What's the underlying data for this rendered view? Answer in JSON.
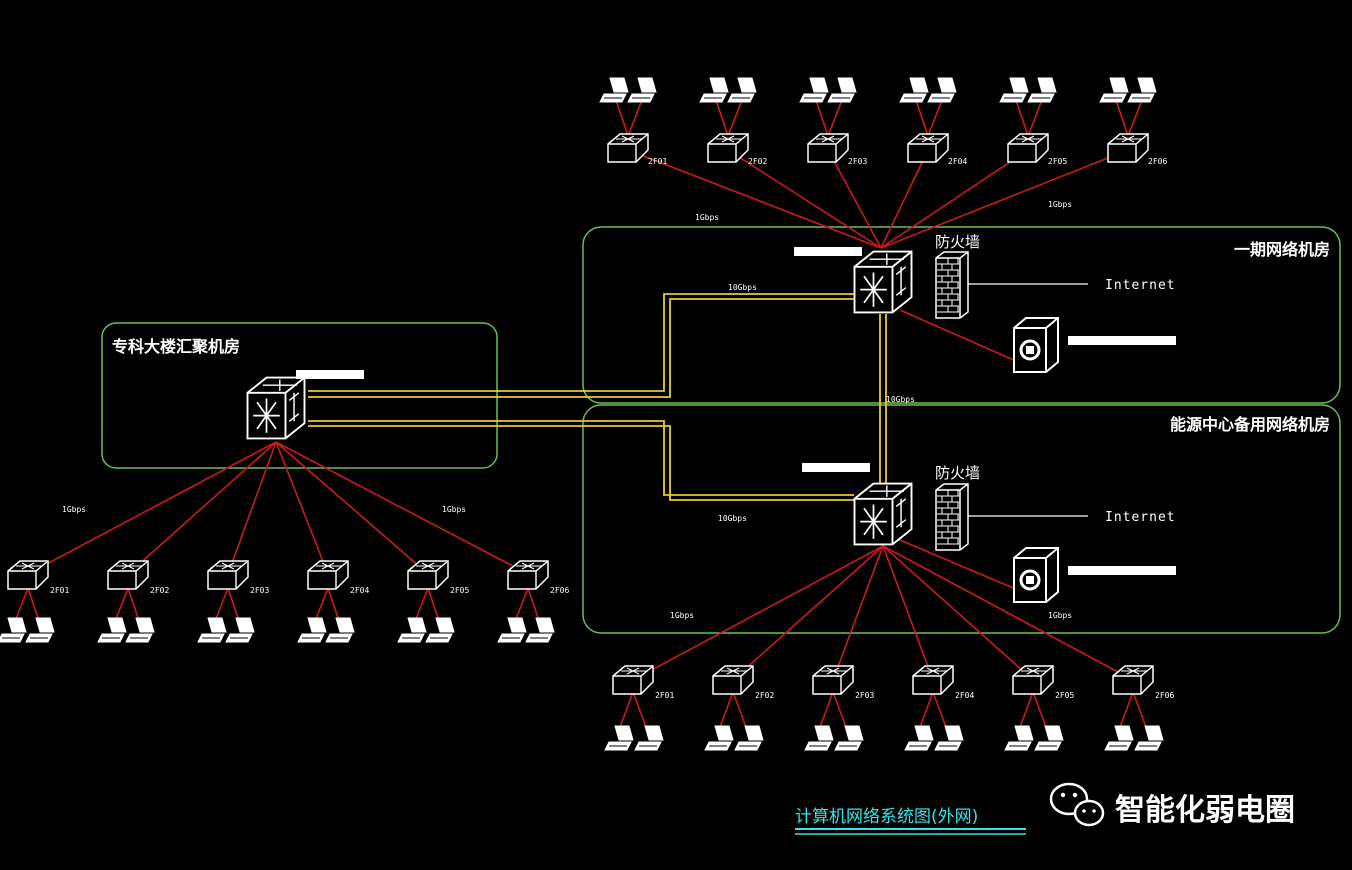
{
  "colors": {
    "background": "#000000",
    "room_border": "#6cbf4a",
    "red_link": "#cc1a1a",
    "fiber_link": "#e6cc2e",
    "title": "#2ee6e6",
    "device": "#ffffff"
  },
  "rooms": {
    "room_a": "专科大楼汇聚机房",
    "room_b": "一期网络机房",
    "room_c": "能源中心备用网络机房"
  },
  "firewall_label": "防火墙",
  "internet_label": "Internet",
  "speeds": {
    "g1": "1Gbps",
    "g10": "10Gbps"
  },
  "switch_codes": [
    "2F01",
    "2F02",
    "2F03",
    "2F04",
    "2F05",
    "2F06"
  ],
  "diagram_title": "计算机网络系统图(外网)",
  "brand": {
    "icon": "wechat-icon",
    "text": "智能化弱电圈"
  }
}
